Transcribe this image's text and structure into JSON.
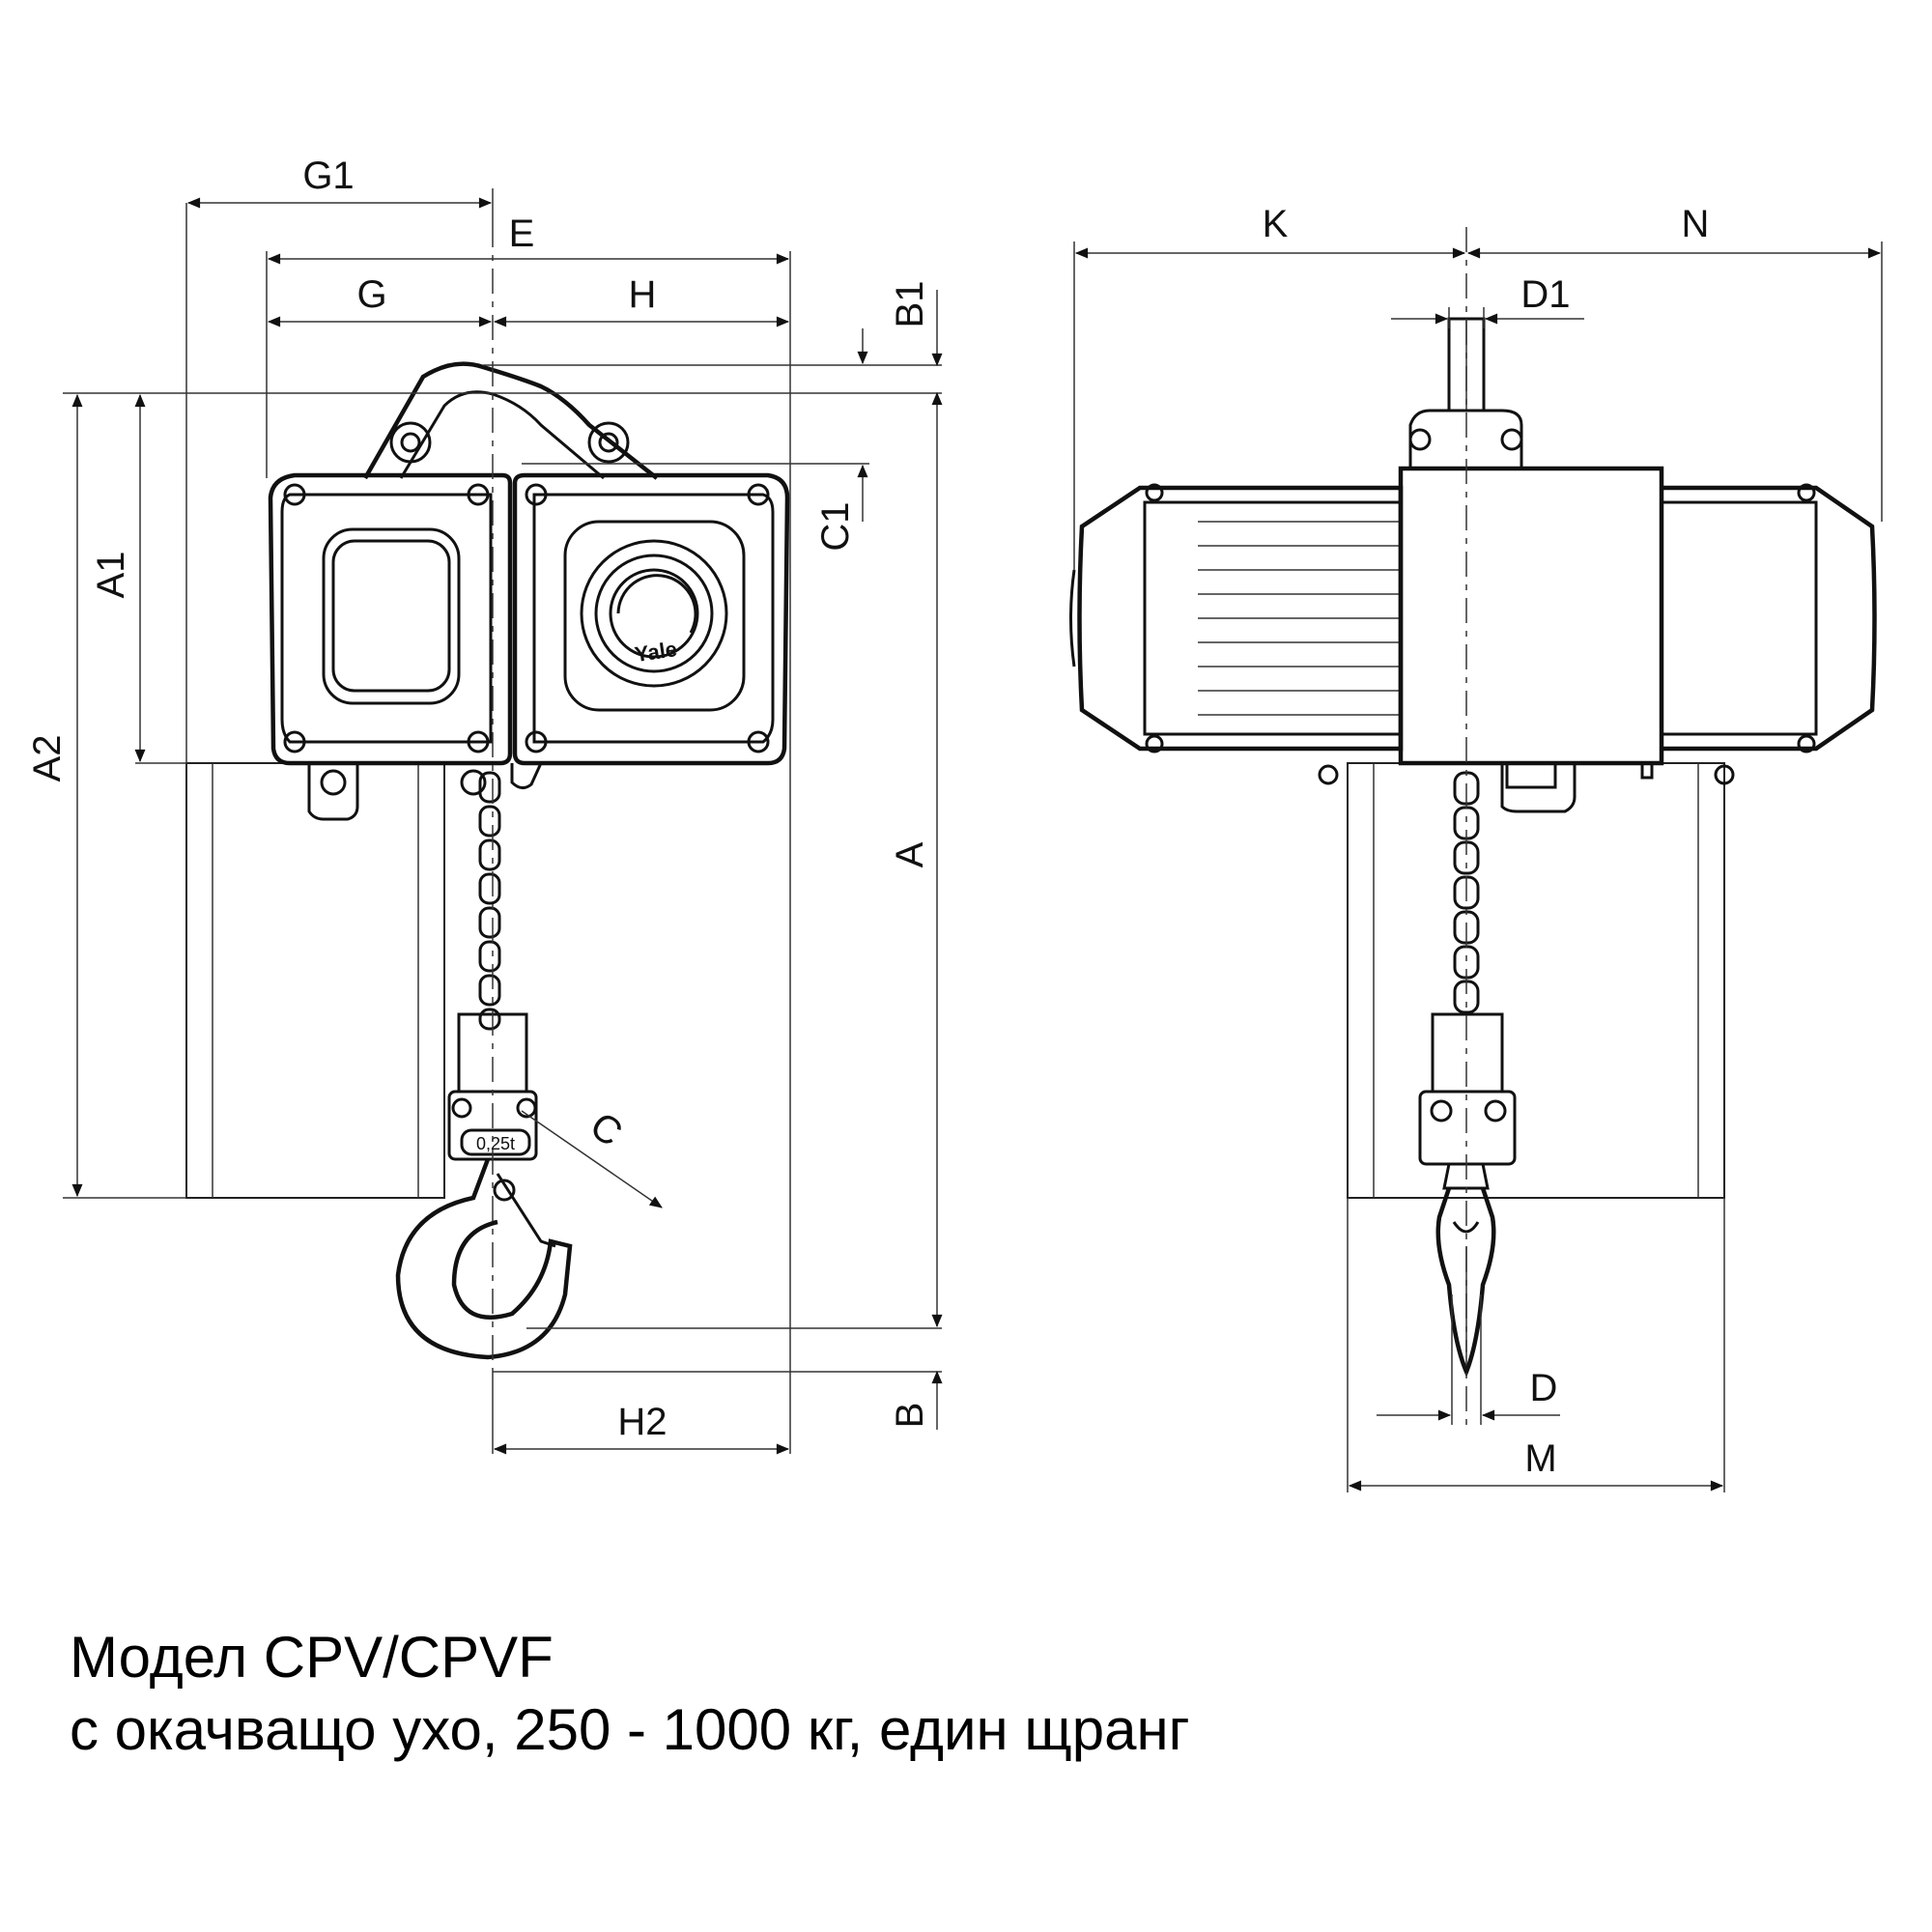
{
  "dimension_labels": {
    "G1": "G1",
    "E": "E",
    "G": "G",
    "H": "H",
    "B1": "B1",
    "C1": "C1",
    "A1": "A1",
    "A2": "A2",
    "A": "A",
    "C": "C",
    "H2": "H2",
    "B": "B",
    "K": "K",
    "N": "N",
    "D1": "D1",
    "D": "D",
    "M": "M"
  },
  "brand_mark": "Yale",
  "load_plate": "0,25t",
  "caption": {
    "line1": "Модел CPV/CPVF",
    "line2": "с окачващо ухо, 250 - 1000 кг, един щранг"
  }
}
